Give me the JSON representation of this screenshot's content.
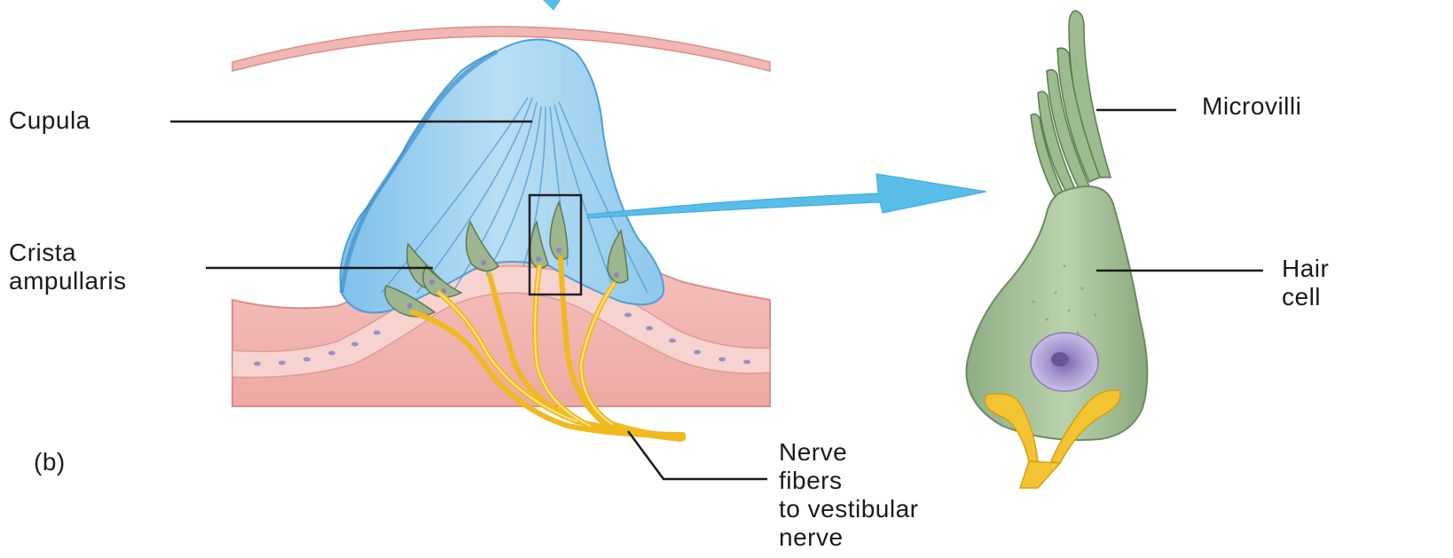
{
  "diagram": {
    "panel_label": "(b)",
    "labels": {
      "cupula": "Cupula",
      "crista": "Crista\nampullaris",
      "microvilli": "Microvilli",
      "hair_cell": "Hair\ncell",
      "nerve_fibers": "Nerve\nfibers\nto vestibular\nnerve"
    },
    "colors": {
      "cupula": "#9ccfee",
      "tissue": "#f1b7b3",
      "hair_cell": "#a9c49c",
      "nerve": "#f3c431",
      "arrow": "#58bde8",
      "nucleus": "#9f8ec7"
    }
  }
}
